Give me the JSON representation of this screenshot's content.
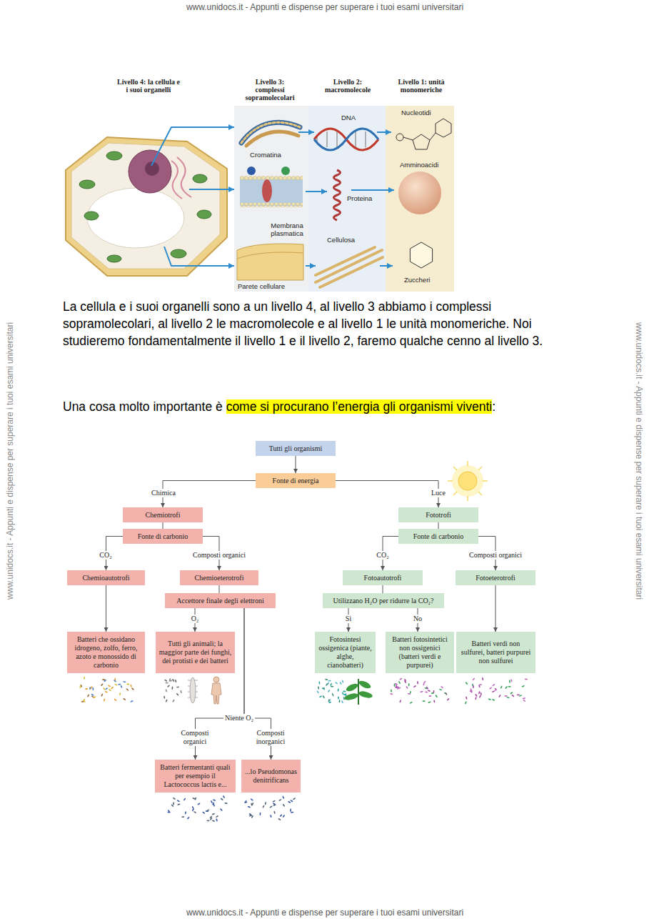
{
  "diagram": {
    "nodes": [
      {
        "text": [
          "Tutti gli organismi"
        ]
      },
      {
        "text": [
          "Fonte di energia"
        ]
      },
      {
        "text": [
          "Chemiotrofi"
        ]
      },
      {
        "text": [
          "Fototrofi"
        ]
      },
      {
        "text": [
          "Fonte di carbonio"
        ]
      },
      {
        "text": [
          "Fonte di carbonio"
        ]
      },
      {
        "text": [
          "Chemioautotrofi"
        ]
      },
      {
        "text": [
          "Chemioeterotrofi"
        ]
      },
      {
        "text": [
          "Fotoautotrofi"
        ]
      },
      {
        "text": [
          "Fotoeterotrofi"
        ]
      },
      {
        "text": [
          "Accettore finale degli elettroni"
        ]
      },
      {
        "text": [
          "Utilizzano H₂O per ridurre la CO₂?"
        ]
      },
      {
        "text": [
          "Batteri che ossidano idrogeno, zolfo, ferro, azoto e monossido di carbonio"
        ]
      },
      {
        "text": [
          "Tutti gli animali; la maggior parte dei funghi, dei protisti e dei batteri"
        ]
      },
      {
        "text": [
          "Fotosintesi ossigenica (piante, alghe, cianobatteri)"
        ]
      },
      {
        "text": [
          "Batteri fotosintetici non ossigenici (batteri verdi e purpurei)"
        ]
      },
      {
        "text": [
          "Batteri verdi non sulfurei, batteri purpurei non sulfurei"
        ]
      },
      {
        "text": [
          "Batteri fermentanti quali per esempio il Lactococcus lactis e..."
        ]
      },
      {
        "text": [
          "...lo Pseudomonas denitrificans"
        ]
      }
    ],
    "edges": [
      {
        "from": 0,
        "to": 1,
        "arrow": "to"
      },
      {
        "from": 1,
        "to": 2,
        "label": "Chimica",
        "arrow": "to"
      },
      {
        "from": 1,
        "to": 3,
        "label": "Luce",
        "arrow": "to"
      },
      {
        "from": 2,
        "to": 4,
        "arrow": "none"
      },
      {
        "from": 3,
        "to": 5,
        "arrow": "none"
      },
      {
        "from": 4,
        "to": 6,
        "label": "CO₂",
        "arrow": "to"
      },
      {
        "from": 4,
        "to": 7,
        "label": "Composti organici",
        "arrow": "to"
      },
      {
        "from": 5,
        "to": 8,
        "label": "CO₂",
        "arrow": "to"
      },
      {
        "from": 5,
        "to": 9,
        "label": "Composti organici",
        "arrow": "to"
      },
      {
        "from": 6,
        "to": 12,
        "arrow": "to"
      },
      {
        "from": 7,
        "to": 10,
        "arrow": "none"
      },
      {
        "from": 10,
        "to": 13,
        "label": "O₂",
        "arrow": "to"
      },
      {
        "from": 10,
        "to": 17,
        "label": "Composti organici",
        "arrow": "to"
      },
      {
        "from": 10,
        "to": 18,
        "label": "Composti inorganici",
        "arrow": "to"
      },
      {
        "from": 8,
        "to": 11,
        "arrow": "none"
      },
      {
        "from": 11,
        "to": 14,
        "label": "Sì",
        "arrow": "to"
      },
      {
        "from": 11,
        "to": 15,
        "label": "No",
        "arrow": "to"
      },
      {
        "from": 9,
        "to": 16,
        "arrow": "to"
      }
    ],
    "labels": [
      "www.unidocs.it - Appunti e dispense per superare i tuoi esami universitari",
      "Livello 4: la cellula e i suoi organelli",
      "Livello 3: complessi sopramolecolari",
      "Livello 2: macromolecole",
      "Livello 1: unità monomeriche",
      "DNA",
      "Nucleotidi",
      "Cromatina",
      "Amminoacidi",
      "Proteina",
      "Membrana plasmatica",
      "Cellulosa",
      "Zuccheri",
      "Parete cellulare",
      "La cellula e i suoi organelli sono a un livello 4, al livello 3 abbiamo i complessi sopramolecolari, al livello 2 le macromolecole e al livello 1 le unità monomeriche. Noi studieremo fondamentalmente il livello 1 e il livello 2, faremo qualche cenno al livello 3.",
      "Una cosa molto importante è",
      "come si procurano l’energia gli organismi viventi",
      ":",
      "Niente O₂",
      "www.unidocs.it - Appunti e dispense per superare i tuoi esami universitari",
      "www.unidocs.it - Appunti e dispense per superare i tuoi esami universitari",
      "www.unidocs.it - Appunti e dispense per superare i tuoi esami universitari"
    ]
  }
}
